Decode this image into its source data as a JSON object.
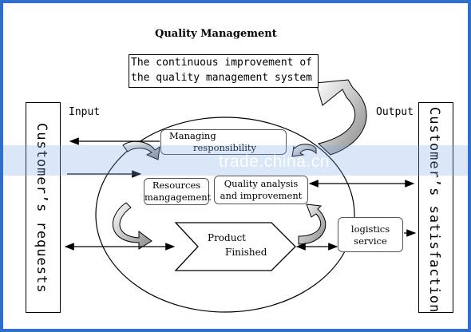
{
  "title": "Quality Management",
  "improvement_box": {
    "line1": "The continuous improvement of",
    "line2": "the quality management system"
  },
  "input_label": "Input",
  "output_label": "Output",
  "left_bar_text": "Customer’s requests",
  "right_bar_text": "Customer’s satisfaction",
  "nodes": {
    "managing": {
      "line1": "Managing",
      "line2": "responsibility"
    },
    "resources": {
      "line1": "Resources",
      "line2": "mangagement"
    },
    "quality": {
      "line1": "Quality analysis",
      "line2": "and improvement"
    },
    "product": {
      "line1": "Product",
      "line2": "Finished"
    },
    "logistics": {
      "line1": "logistics",
      "line2": "service"
    }
  },
  "watermark": "trade.china.cn",
  "colors": {
    "frame": "#2f6fc9",
    "watermark_band": "#78aae6"
  }
}
